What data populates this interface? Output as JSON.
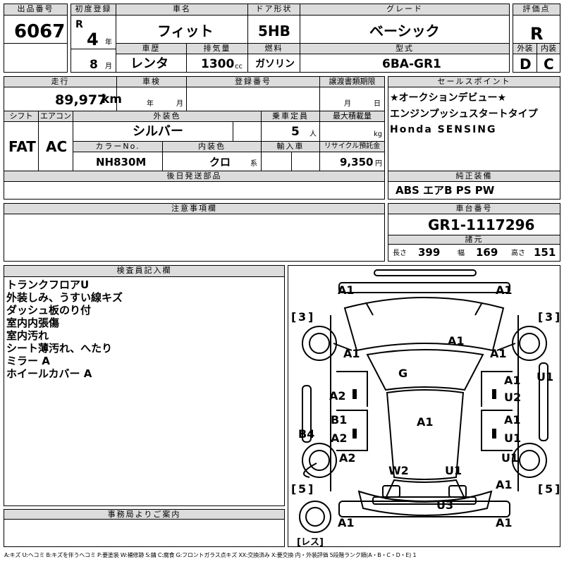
{
  "row1": {
    "lot_label": "出品番号",
    "lot": "6067",
    "reg_label": "初度登録",
    "era": "R",
    "year": "4",
    "year_unit": "年",
    "month": "8",
    "month_unit": "月",
    "name_label": "車名",
    "name": "フィット",
    "door_label": "ドア形状",
    "door": "5HB",
    "grade_label": "グレード",
    "grade": "ベーシック",
    "score_label": "評価点",
    "score": "R",
    "history_label": "車歴",
    "history": "レンタ",
    "disp_label": "排気量",
    "disp": "1300",
    "disp_unit": "cc",
    "fuel_label": "燃料",
    "fuel": "ガソリン",
    "model_label": "型式",
    "model": "6BA-GR1",
    "ext_label": "外装",
    "ext": "D",
    "int_label": "内装",
    "int": "C"
  },
  "row2": {
    "mileage_label": "走行",
    "mileage": "89,977",
    "mileage_unit": "km",
    "inspection_label": "車検",
    "insp_year": "年",
    "insp_month": "月",
    "plate_label": "登録番号",
    "transfer_label": "譲渡書類期限",
    "tr_month": "月",
    "tr_day": "日",
    "shift_label": "シフト",
    "shift": "FAT",
    "ac_label": "エアコン",
    "ac": "AC",
    "ext_color_label": "外装色",
    "ext_color": "シルバー",
    "seats_label": "乗車定員",
    "seats": "5",
    "seats_unit": "人",
    "load_label": "最大積載量",
    "load_unit": "kg",
    "color_no_label": "カラーNo.",
    "color_no": "NH830M",
    "int_color_label": "内装色",
    "int_color": "クロ",
    "int_color_unit": "系",
    "import_label": "輸入車",
    "recycle_label": "リサイクル預託金",
    "recycle": "9,350",
    "recycle_unit": "円",
    "sales_label": "セールスポイント",
    "sales": [
      "★オークションデビュー★",
      "エンジンプッシュスタートタイプ",
      "Honda SENSING"
    ]
  },
  "parts_label": "後日発送部品",
  "equip_label": "純正装備",
  "equip": "ABS エアB PS PW",
  "notes_label": "注意事項欄",
  "chassis_label": "車台番号",
  "chassis": "GR1-1117296",
  "spec_label": "諸元",
  "len_label": "長さ",
  "len": "399",
  "wid_label": "幅",
  "wid": "169",
  "hgt_label": "高さ",
  "hgt": "151",
  "inspector_label": "検査員記入欄",
  "inspector_notes": [
    "トランクフロアU",
    "外装しみ、うすい線キズ",
    "ダッシュ板のり付",
    "室内内張傷",
    "室内汚れ",
    "シート薄汚れ、へたり",
    "ミラー A",
    "ホイールカバー A"
  ],
  "office_label": "事務局よりご案内",
  "legend": "A:キズ U:ヘコミ B:キズを伴うヘコミ P:要塗装 W:補修跡 S:錆 C:腐食 G:フロントガラス点キズ XX:交換済み X:要交換 内・外装評価 5段階ランク順(A・B・C・D・E) 1",
  "diagram": {
    "tread_fl": "3",
    "tread_fr": "3",
    "tread_rl": "5",
    "tread_rr": "5",
    "spare": "レス",
    "marks": [
      "A1",
      "A1",
      "A1",
      "A1",
      "A1",
      "G",
      "A1",
      "U1",
      "A2",
      "U2",
      "B1",
      "A1",
      "A1",
      "B4",
      "A2",
      "U1",
      "A2",
      "U1",
      "W2",
      "U1",
      "A1",
      "U3",
      "A1",
      "A1"
    ]
  }
}
